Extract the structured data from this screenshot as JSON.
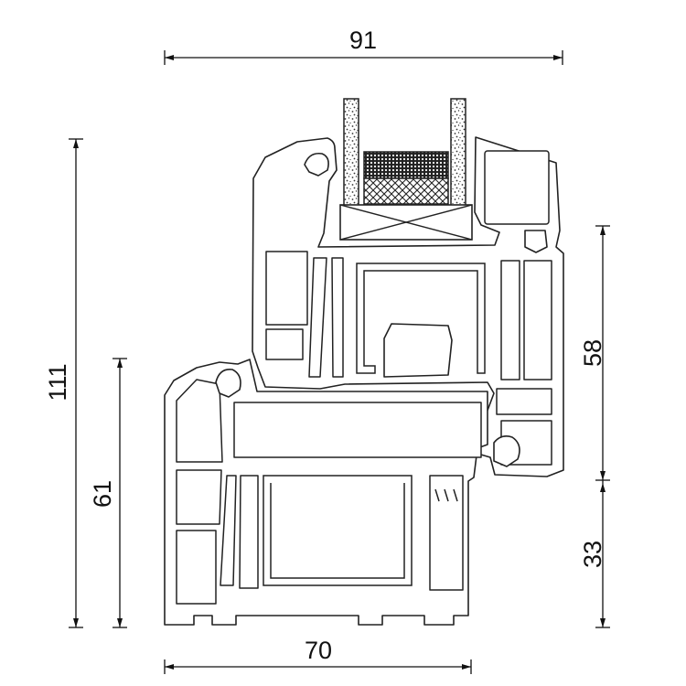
{
  "dimensions": {
    "top_width": "91",
    "bottom_width": "70",
    "total_height": "111",
    "sash_height": "61",
    "upper_height": "58",
    "lower_height": "33"
  },
  "colors": {
    "line": "#222222",
    "background": "#ffffff"
  }
}
